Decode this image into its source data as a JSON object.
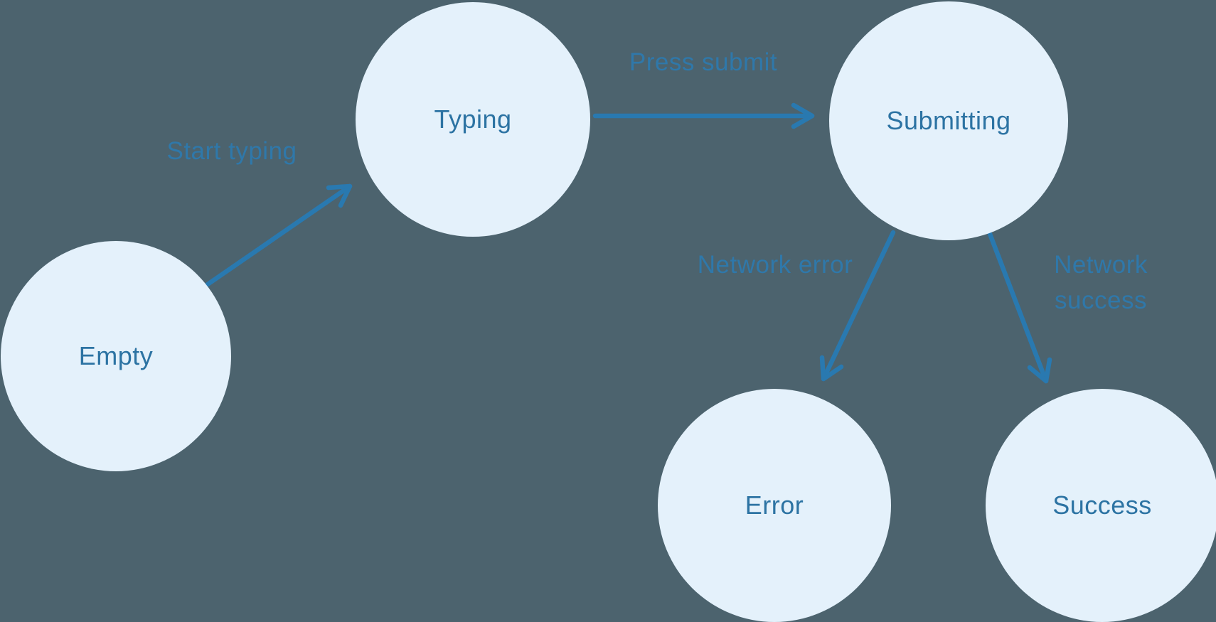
{
  "diagram": {
    "type": "state-machine",
    "colors": {
      "background": "#4C636E",
      "node_fill": "#E4F1FB",
      "node_text": "#2C73A3",
      "edge": "#2979B0",
      "edge_label": "#2F78AA"
    },
    "nodes": [
      {
        "id": "empty",
        "label": "Empty"
      },
      {
        "id": "typing",
        "label": "Typing"
      },
      {
        "id": "submitting",
        "label": "Submitting"
      },
      {
        "id": "error",
        "label": "Error"
      },
      {
        "id": "success",
        "label": "Success"
      }
    ],
    "edges": [
      {
        "from": "empty",
        "to": "typing",
        "label": "Start typing"
      },
      {
        "from": "typing",
        "to": "submitting",
        "label": "Press submit"
      },
      {
        "from": "submitting",
        "to": "error",
        "label": "Network error"
      },
      {
        "from": "submitting",
        "to": "success",
        "label": "Network success"
      }
    ]
  }
}
